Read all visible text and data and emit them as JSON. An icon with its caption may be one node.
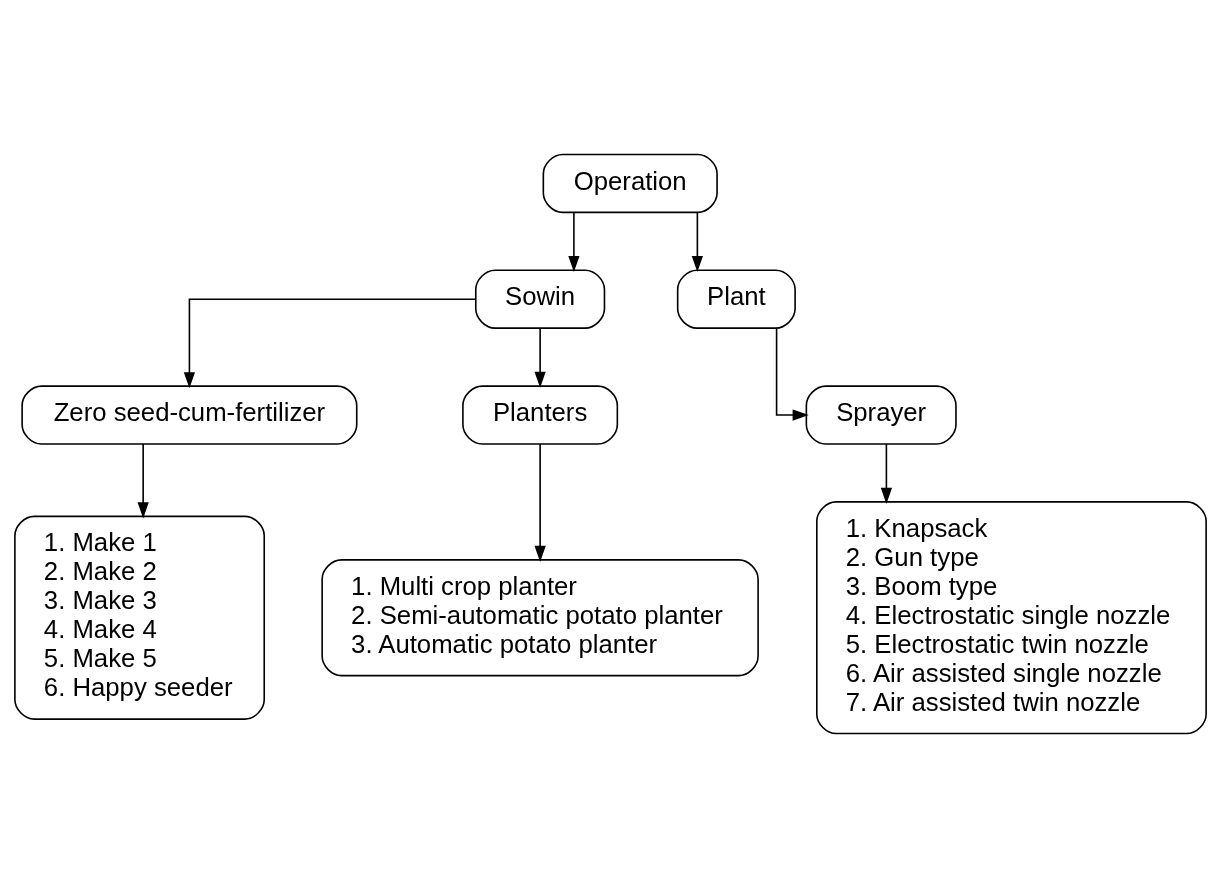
{
  "diagram": {
    "nodes": [
      {
        "text": [
          "Operation"
        ]
      },
      {
        "text": [
          "Sowin"
        ]
      },
      {
        "text": [
          "Plant"
        ]
      },
      {
        "text": [
          "Zero seed-cum-fertilizer"
        ]
      },
      {
        "text": [
          "Planters"
        ]
      },
      {
        "text": [
          "Sprayer"
        ]
      },
      {
        "text": [
          "1. Make 1",
          "2. Make 2",
          "3. Make 3",
          "4. Make 4",
          "5. Make 5",
          "6. Happy seeder"
        ]
      },
      {
        "text": [
          "1. Multi crop planter",
          "2. Semi-automatic potato planter",
          "3. Automatic potato planter"
        ]
      },
      {
        "text": [
          "1. Knapsack",
          "2. Gun type",
          "3. Boom type",
          "4. Electrostatic single nozzle",
          "5. Electrostatic twin nozzle",
          "6. Air assisted single nozzle",
          "7. Air assisted twin nozzle"
        ]
      }
    ],
    "edges": [
      {
        "from": 0,
        "to": 1,
        "arrow": "to"
      },
      {
        "from": 0,
        "to": 2,
        "arrow": "to"
      },
      {
        "from": 1,
        "to": 3,
        "arrow": "to"
      },
      {
        "from": 1,
        "to": 4,
        "arrow": "to"
      },
      {
        "from": 2,
        "to": 5,
        "arrow": "to"
      },
      {
        "from": 3,
        "to": 6,
        "arrow": "to"
      },
      {
        "from": 4,
        "to": 7,
        "arrow": "to"
      },
      {
        "from": 5,
        "to": 8,
        "arrow": "to"
      }
    ]
  }
}
